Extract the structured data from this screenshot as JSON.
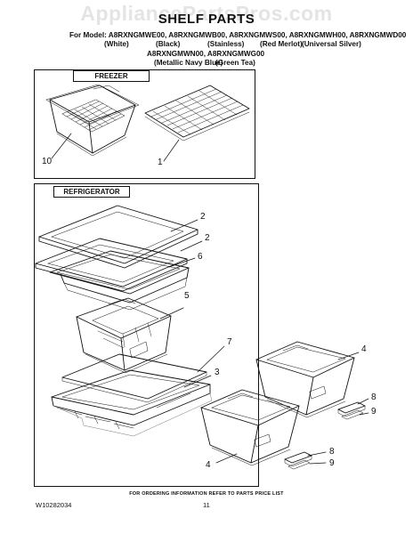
{
  "watermark": "AppliancePartsPros.com",
  "title": "SHELF PARTS",
  "models": {
    "line1": "For Model: A8RXNGMWE00, A8RXNGMWB00, A8RXNGMWS00, A8RXNGMWH00, A8RXNGMWD00",
    "colors1": [
      "(White)",
      "(Black)",
      "(Stainless)",
      "(Red Merlot)",
      "(Universal Silver)"
    ],
    "line2": "A8RXNGMWN00, A8RXNGMWG00",
    "colors2": [
      "(Metallic Navy Blue)",
      "(Green Tea)"
    ]
  },
  "sections": {
    "freezer": "FREEZER",
    "refrigerator": "REFRIGERATOR"
  },
  "callouts": {
    "freezer_basket": "10",
    "freezer_shelf": "1",
    "glass_shelf_top": "2",
    "glass_shelf_second": "2",
    "shelf_frame": "6",
    "crisper_small": "5",
    "crisper_cover_glass": "7",
    "crisper_cover_frame": "3",
    "crisper_right": "4",
    "slide_right_8": "8",
    "slide_right_9": "9",
    "crisper_left": "4",
    "slide_left_8": "8",
    "slide_left_9": "9"
  },
  "footer": {
    "note": "FOR ORDERING INFORMATION REFER TO PARTS PRICE LIST",
    "part_number": "W10282034",
    "page_number": "11"
  }
}
